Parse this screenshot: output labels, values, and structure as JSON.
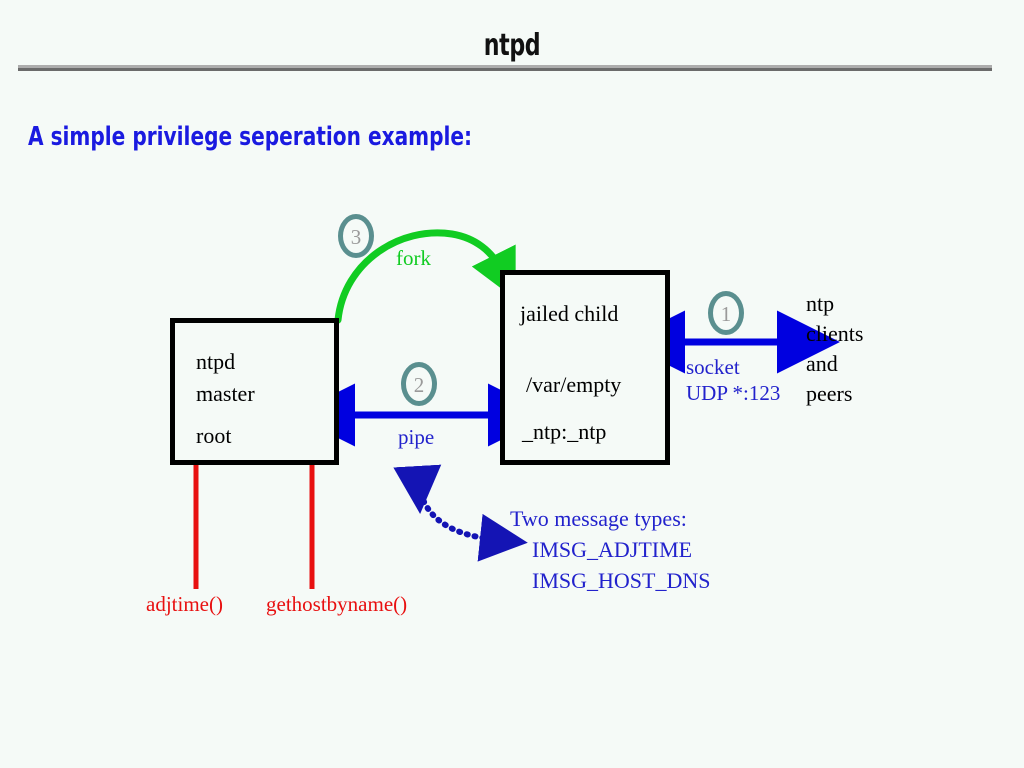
{
  "slide": {
    "title": "ntpd",
    "subtitle": "A simple privilege seperation example:",
    "background_color": "#f5faf7",
    "rule_colors": {
      "light": "#adadad",
      "dark": "#6b6b6b"
    }
  },
  "colors": {
    "blue": "#2222cc",
    "arrow_blue": "#0000e0",
    "green": "#11cc22",
    "red": "#e81010",
    "teal": "#5a8f8f",
    "circle_number": "#9a9a9a",
    "black": "#000000"
  },
  "diagram": {
    "type": "privilege-separation-block-diagram",
    "boxes": [
      {
        "id": "master",
        "name": "ntpd-master-process-box",
        "lines": [
          "ntpd",
          "master",
          "root"
        ]
      },
      {
        "id": "child",
        "name": "jailed-child-process-box",
        "lines": [
          "jailed child",
          "/var/empty",
          "_ntp:_ntp"
        ]
      }
    ],
    "connections": [
      {
        "id": "socket",
        "number": "1",
        "labels": [
          "socket",
          "UDP *:123"
        ],
        "style": "solid-double-arrow",
        "color": "#0000e0",
        "from": "jailed child",
        "to": "ntp clients and peers"
      },
      {
        "id": "pipe",
        "number": "2",
        "labels": [
          "pipe"
        ],
        "style": "solid-double-arrow",
        "color": "#0000e0",
        "from": "ntpd master",
        "to": "jailed child"
      },
      {
        "id": "fork",
        "number": "3",
        "labels": [
          "fork"
        ],
        "style": "curved-arrow",
        "color": "#11cc22",
        "from": "ntpd master",
        "to": "jailed child"
      }
    ],
    "syscalls": [
      {
        "label": "adjtime()",
        "color": "#e81010"
      },
      {
        "label": "gethostbyname()",
        "color": "#e81010"
      }
    ],
    "external_peers": [
      "ntp",
      "clients",
      "and",
      "peers"
    ],
    "message_note": {
      "heading": "Two message types:",
      "items": [
        "IMSG_ADJTIME",
        "IMSG_HOST_DNS"
      ]
    }
  }
}
